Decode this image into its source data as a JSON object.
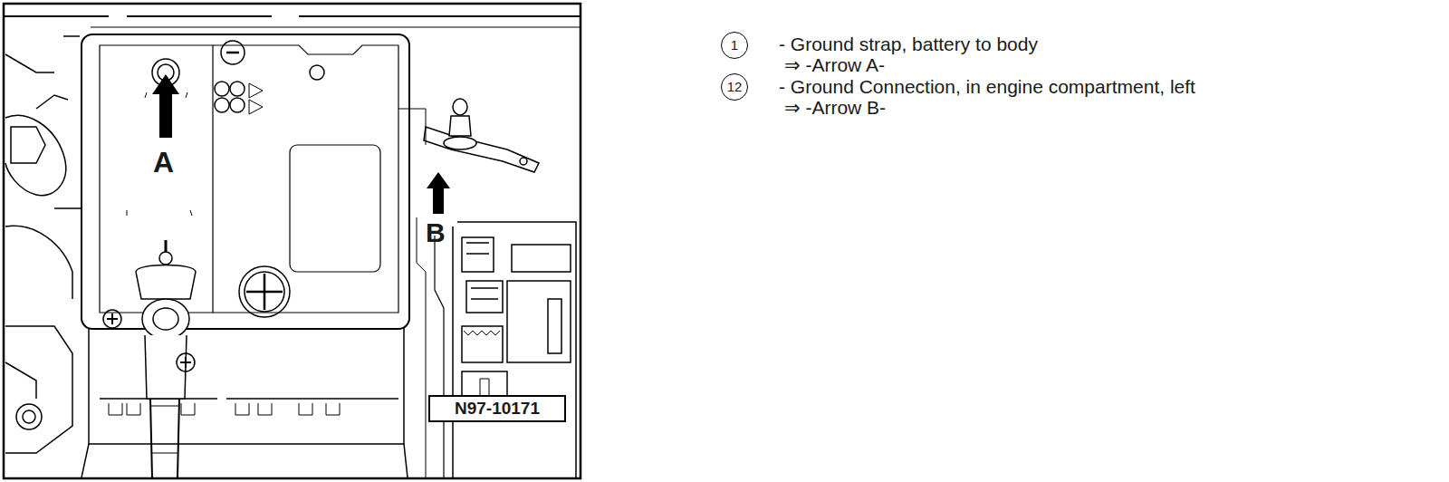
{
  "diagram": {
    "nodes": [
      {
        "text": [
          "N97-10171"
        ]
      },
      {
        "text": [
          "1"
        ]
      },
      {
        "text": [
          "12"
        ]
      }
    ],
    "labels": [
      "A",
      "B",
      "- Ground strap, battery to body",
      "⇒ -Arrow A-",
      "- Ground Connection, in engine compartment, left",
      "⇒ -Arrow B-"
    ]
  }
}
